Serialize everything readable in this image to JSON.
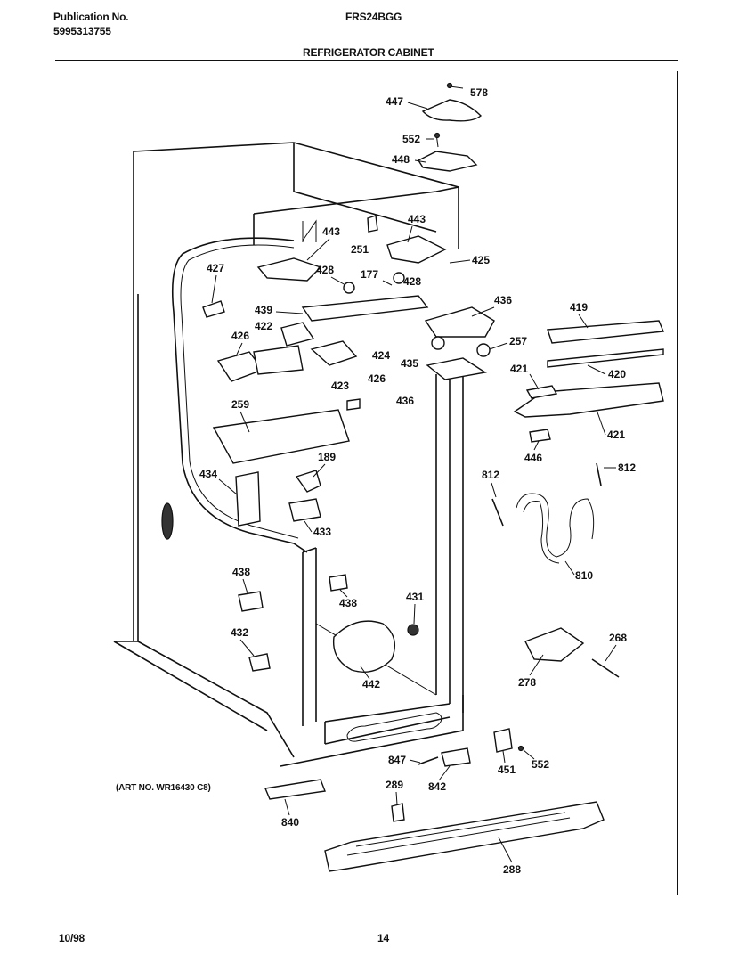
{
  "header": {
    "publication_label": "Publication No.",
    "publication_number": "5995313755",
    "model": "FRS24BGG",
    "section_title": "REFRIGERATOR CABINET"
  },
  "footer": {
    "date": "10/98",
    "page_number": "14"
  },
  "note": "(ART NO. WR16430 C8)",
  "callouts": [
    "578",
    "447",
    "552",
    "448",
    "443",
    "251",
    "443",
    "425",
    "427",
    "428",
    "177",
    "428",
    "436",
    "439",
    "419",
    "422",
    "426",
    "424",
    "257",
    "435",
    "421",
    "426",
    "420",
    "423",
    "436",
    "421",
    "259",
    "446",
    "189",
    "812",
    "812",
    "434",
    "433",
    "810",
    "438",
    "438",
    "431",
    "432",
    "268",
    "442",
    "278",
    "847",
    "451",
    "552",
    "289",
    "842",
    "840",
    "288"
  ]
}
